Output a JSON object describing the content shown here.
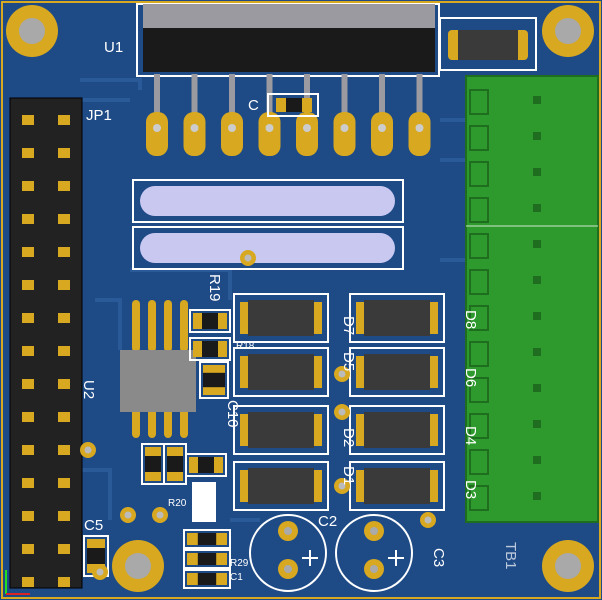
{
  "board": {
    "colors": {
      "substrate": "#1e4a86",
      "copper": "#2a5a98",
      "gold": "#d7a820",
      "silk": "#ffffff",
      "terminal": "#2e9a2e",
      "ic": "#1a1a1a",
      "diode": "#3a3a3a"
    },
    "labels": {
      "u1": "U1",
      "jp1": "JP1",
      "u2": "U2",
      "r19": "R19",
      "c5": "C5",
      "c2": "C2",
      "c3": "C3",
      "d1": "D1",
      "d2": "D2",
      "d3": "D3",
      "d4": "D4",
      "d5": "D5",
      "d6": "D6",
      "d7": "D7",
      "d8": "D8",
      "c10": "C10",
      "c_top": "C",
      "r20": "R20",
      "r29": "R29",
      "c1": "C1",
      "tb": "TB1",
      "r18": "R18"
    }
  }
}
